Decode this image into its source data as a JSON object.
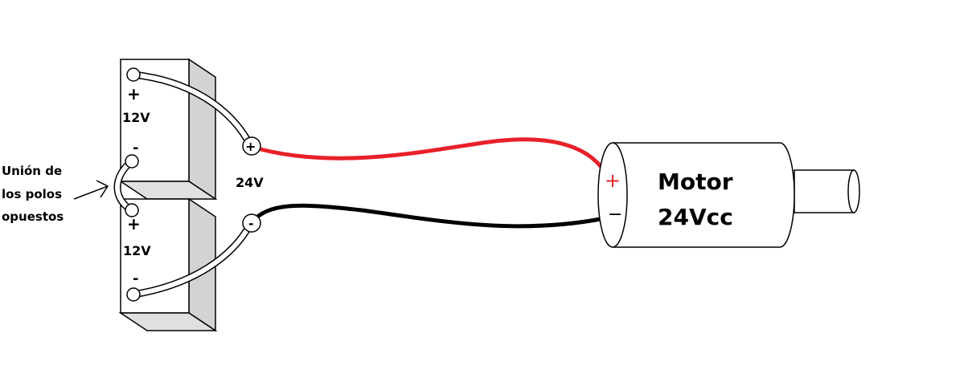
{
  "diagram": {
    "battery_top": {
      "voltage": "12V",
      "pos_symbol": "+",
      "neg_symbol": "-"
    },
    "battery_bottom": {
      "voltage": "12V",
      "pos_symbol": "+",
      "neg_symbol": "-"
    },
    "series_output": {
      "voltage": "24V",
      "pos_symbol": "+",
      "neg_symbol": "-"
    },
    "annotation": {
      "line1": "Unión de",
      "line2": "los polos",
      "line3": "opuestos"
    },
    "motor": {
      "line1": "Motor",
      "line2": "24Vcc",
      "pos_symbol": "+",
      "neg_symbol": "−"
    },
    "colors": {
      "positive_wire": "#e8202a",
      "negative_wire": "#000000",
      "battery_side": "#d3d3d3",
      "battery_face": "#ffffff"
    }
  }
}
